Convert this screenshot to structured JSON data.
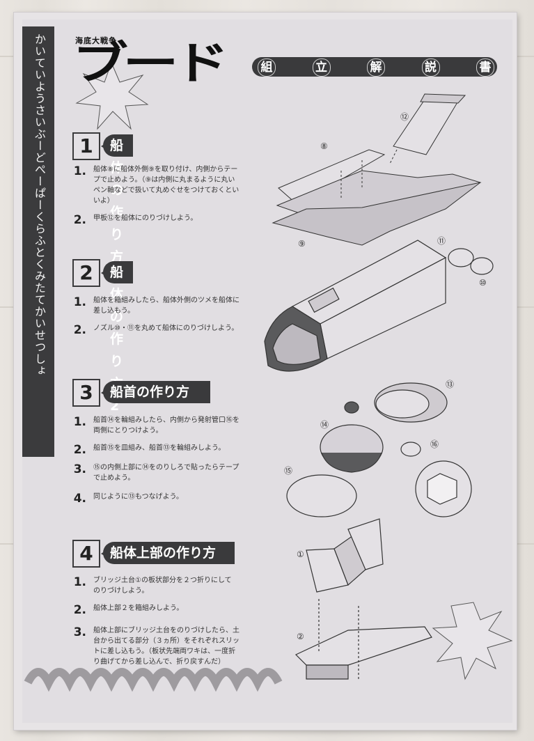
{
  "header": {
    "brand_small": "海底大戦争",
    "brand_large": "ブード",
    "banner_chars": [
      "組",
      "立",
      "解",
      "説",
      "書"
    ]
  },
  "sidebar": {
    "vertical_text": "かいていようさいぶーどぺーぱーくらふとくみたてかいせつしょ"
  },
  "sections": [
    {
      "num": "1",
      "title": "船体の作り方1",
      "steps": [
        {
          "n": "1.",
          "text": "船体⑧に船体外側⑨を取り付け、内側からテープで止めよう。（⑨は内側に丸まるように丸いペン軸などで扱いて丸めぐせをつけておくといいよ）"
        },
        {
          "n": "2.",
          "text": "甲板⑫を船体にのりづけしよう。"
        }
      ]
    },
    {
      "num": "2",
      "title": "船体の作り方2",
      "steps": [
        {
          "n": "1.",
          "text": "船体を箱組みしたら、船体外側のツメを船体に差し込もう。"
        },
        {
          "n": "2.",
          "text": "ノズル⑩・⑪を丸めて船体にのりづけしよう。"
        }
      ]
    },
    {
      "num": "3",
      "title": "船首の作り方",
      "steps": [
        {
          "n": "1.",
          "text": "船首⑭を輪組みしたら、内側から発射管口⑯を両側にとりつけよう。"
        },
        {
          "n": "2.",
          "text": "船首⑮を皿組み、船首⑬を輪組みしよう。"
        },
        {
          "n": "3.",
          "text": "⑮の内側上部に⑭をのりしろで貼ったらテープで止めよう。"
        },
        {
          "n": "4.",
          "text": "同じように⑬もつなげよう。"
        }
      ]
    },
    {
      "num": "4",
      "title": "船体上部の作り方",
      "steps": [
        {
          "n": "1.",
          "text": "ブリッジ土台①の板状部分を２つ折りにしてのりづけしよう。"
        },
        {
          "n": "2.",
          "text": "船体上部２を箱組みしよう。"
        },
        {
          "n": "3.",
          "text": "船体上部にブリッジ土台をのりづけしたら、土台から出てる部分（３ヵ所）をそれぞれスリットに差し込もう。（板状先端両ワキは、一度折り曲げてから差し込んで、折り戻すんだ）"
        }
      ]
    }
  ],
  "figure_labels": {
    "fig1": [
      "⑫",
      "⑧",
      "⑨"
    ],
    "fig2": [
      "⑪",
      "⑩"
    ],
    "fig3": [
      "⑬",
      "⑭",
      "⑯",
      "⑮"
    ],
    "fig4": [
      "①",
      "②"
    ]
  },
  "colors": {
    "dark_band": "#3a3a3c",
    "paper": "#e1dee2"
  }
}
